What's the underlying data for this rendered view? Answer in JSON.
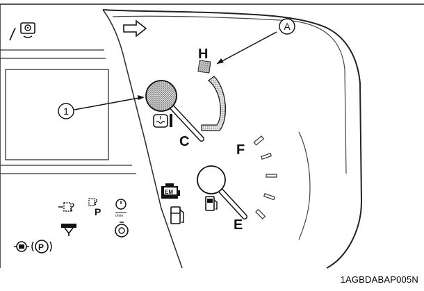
{
  "labels": {
    "hot": "H",
    "cold": "C",
    "full": "F",
    "empty": "E",
    "callout_a": "A",
    "callout_1": "1"
  },
  "figure_code": "1AGBDABAP005N",
  "gauges": {
    "temperature": {
      "needle_level": 0.0
    },
    "fuel": {
      "needle_level": 0.0
    }
  },
  "icons": [
    "arrow-right-outline-icon",
    "transmission-warning-icon",
    "coolant-temperature-icon",
    "engine-management-icon",
    "fuel-pump-icon",
    "glow-plug-icon",
    "preheat-parking-icon",
    "engine-speed-icon",
    "air-filter-icon",
    "brake-warning-icon",
    "parking-brake-icon"
  ]
}
